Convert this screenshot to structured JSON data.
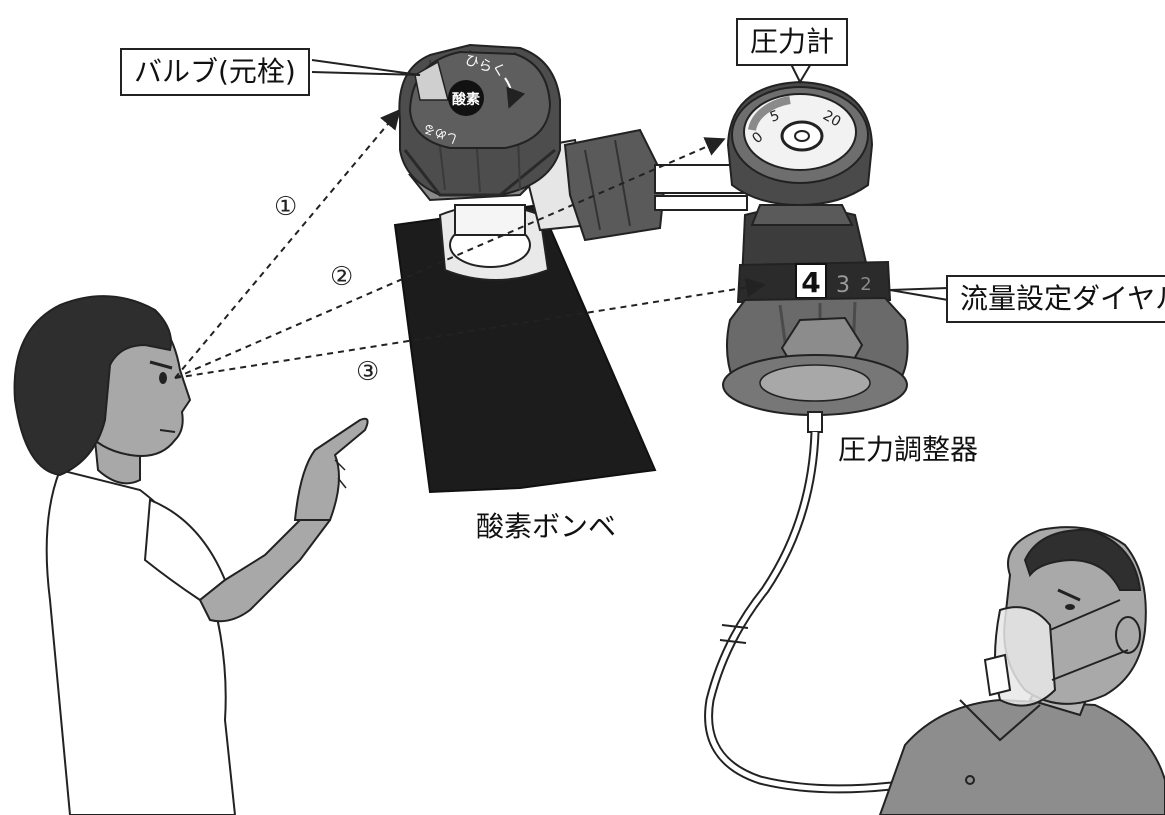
{
  "labels": {
    "valve": "バルブ(元栓)",
    "pressure_gauge": "圧力計",
    "flow_dial": "流量設定ダイヤル",
    "regulator": "圧力調整器",
    "cylinder": "酸素ボンベ"
  },
  "steps": [
    "①",
    "②",
    "③"
  ],
  "valve_knob": {
    "center_text": "酸素",
    "open_text": "ひらく",
    "close_text": "しめる"
  },
  "gauge_ticks": [
    "0",
    "5",
    "20"
  ],
  "dial_numbers": {
    "current": "4",
    "next": "3",
    "next2": "2"
  }
}
